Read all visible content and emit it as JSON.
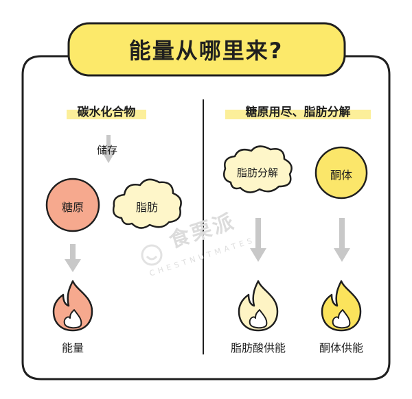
{
  "title": "能量从哪里来?",
  "left_panel": {
    "heading": "碳水化合物",
    "store_label": "储存",
    "node_glycogen": "糖原",
    "node_fat": "脂肪",
    "result_label": "能量"
  },
  "right_panel": {
    "heading": "糖原用尽、脂肪分解",
    "node_lipolysis": "脂肪分解",
    "node_ketone": "酮体",
    "result_fatty_acid": "脂肪酸供能",
    "result_ketone": "酮体供能"
  },
  "watermark": {
    "brand": "食栗派",
    "sub": "CHESTNUTMATES"
  },
  "colors": {
    "title_fill": "#FCE96A",
    "highlight": "#FCEF9A",
    "glycogen": "#F6A98E",
    "cloud": "#FEF6C9",
    "ketone": "#FBE66A",
    "flame_orange": "#F6A98E",
    "flame_cream": "#FEF4C4",
    "flame_yellow": "#FBE35C",
    "arrow": "#c8c8c8",
    "outline": "#1f1f1f"
  }
}
